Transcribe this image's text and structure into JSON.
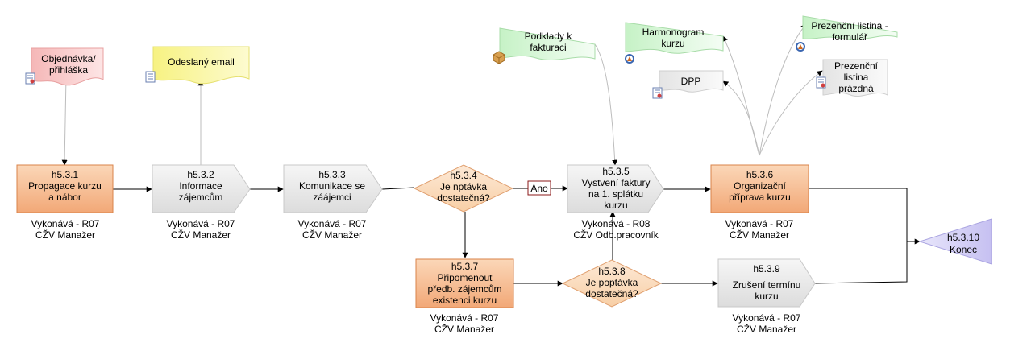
{
  "steps": {
    "s531": {
      "id": "h5.3.1",
      "label": "Propagace kurzu\na nábor",
      "performer": "Vykonává - R07\nCŽV Manažer"
    },
    "s532": {
      "id": "h5.3.2",
      "label": "Informace\nzájemcům",
      "performer": "Vykonává - R07\nCŽV Manažer"
    },
    "s533": {
      "id": "h5.3.3",
      "label": "Komunikace se\nzáájemci",
      "performer": "Vykonává - R07\nCŽV Manažer"
    },
    "s534": {
      "id": "h5.3.4",
      "label": "Je nptávka\ndostatečná?"
    },
    "s535": {
      "id": "h5.3.5",
      "label": "Vystvení faktury\nna 1. splátku\nkurzu",
      "performer": "Vykonává - R08\nCŽV Odb.pracovník"
    },
    "s536": {
      "id": "h5.3.6",
      "label": "Organizační\npříprava kurzu",
      "performer": "Vykonává - R07\nCŽV Manažer"
    },
    "s537": {
      "id": "h5.3.7",
      "label": "Připomenout\npředb. zájemcům\nexistenci kurzu",
      "performer": "Vykonává - R07\nCŽV Manažer"
    },
    "s538": {
      "id": "h5.3.8",
      "label": "Je poptávka\ndostatečná?"
    },
    "s539": {
      "id": "h5.3.9",
      "label": "Zrušení termínu\nkurzu",
      "performer": "Vykonává - R07\nCŽV Manažer"
    },
    "s5310": {
      "id": "h5.3.10",
      "label": "Konec"
    }
  },
  "edge_labels": {
    "ano": "Ano"
  },
  "documents": {
    "objednavka": "Objednávka/\npřihláška",
    "email": "Odeslaný email",
    "podklady": "Podklady k\nfakturaci",
    "harmonogram": "Harmonogram\nkurzu",
    "dpp": "DPP",
    "prezencni_formular": "Prezenční listina -\nformulář",
    "prezencni_prazdna": "Prezenční\nlistina\nprázdná"
  },
  "colors": {
    "orange_fill": "#f7c39a",
    "orange_stroke": "#d9834a",
    "gray_fill": "#ececec",
    "gray_stroke": "#c0c0c0",
    "decision_fill": "#fbe0c6",
    "decision_stroke": "#e0a070",
    "end_fill": "#d7d3f5",
    "end_stroke": "#a8a2e0",
    "doc_red": "#f7c7c7",
    "doc_yellow": "#fbf7a6",
    "doc_green": "#dcf7dc",
    "doc_gray": "#ececec",
    "line": "#000000",
    "assoc_line": "#bdbdbd"
  },
  "icons": {
    "doc_form": "form-document-icon",
    "doc_text": "text-document-icon",
    "package": "package-icon",
    "compass": "compass-icon"
  }
}
